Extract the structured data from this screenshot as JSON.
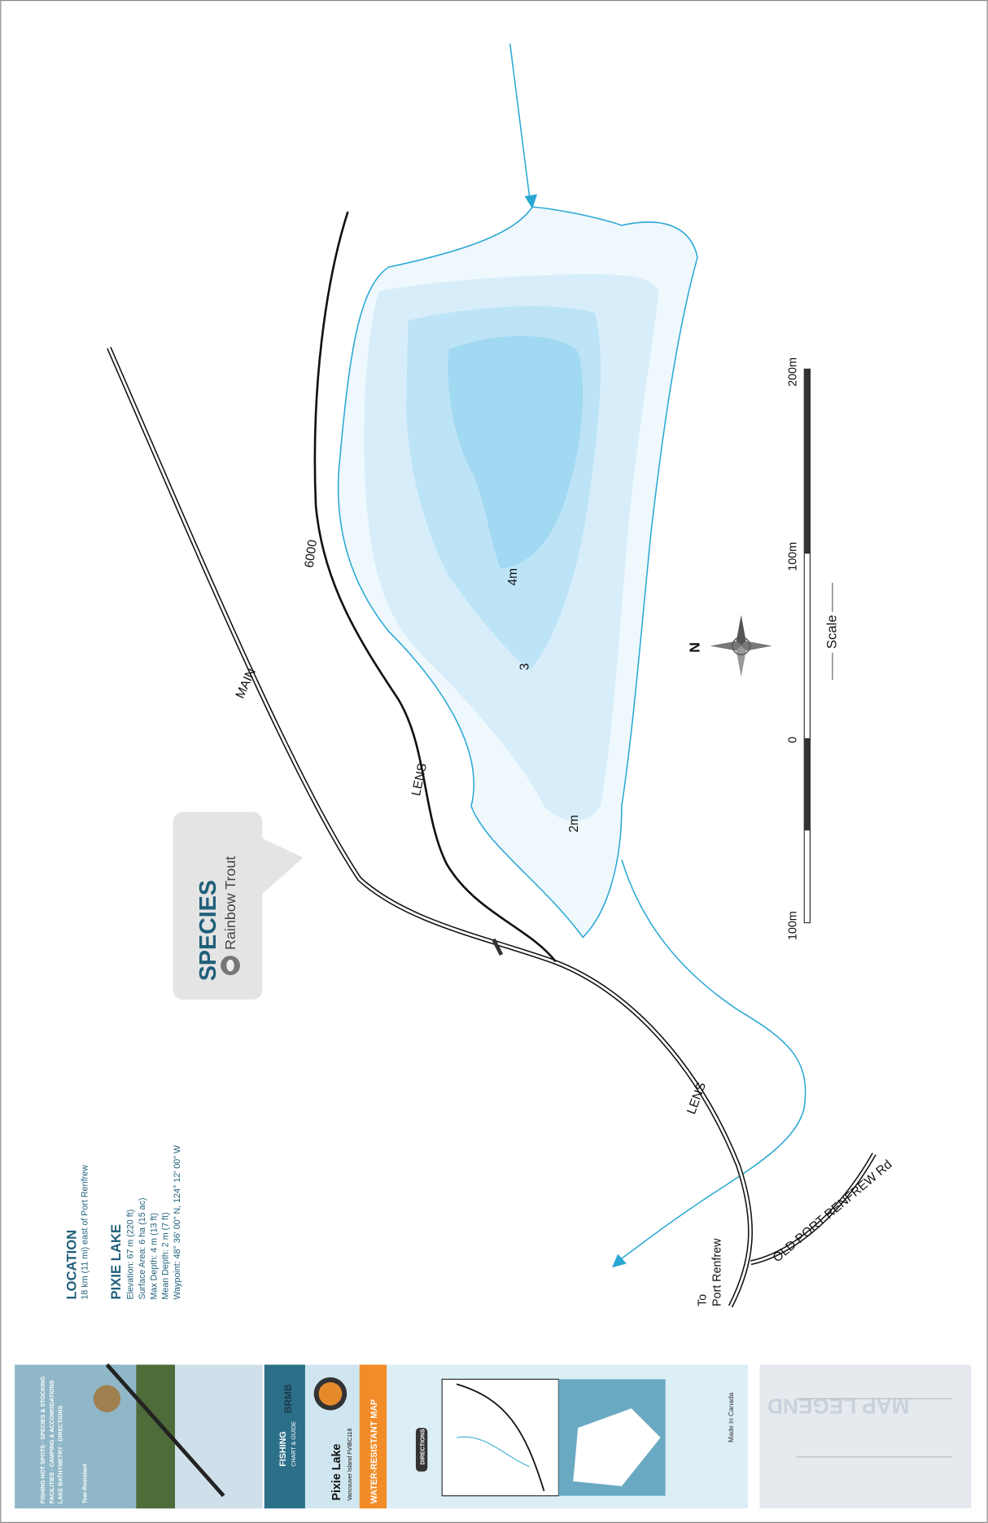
{
  "info": {
    "location_title": "LOCATION",
    "location_text": "18 km (11 mi) east of Port Renfrew",
    "lake_title": "PIXIE LAKE",
    "facts": [
      "Elevation: 67 m (220 ft)",
      "Surface Area: 6 ha (15 ac)",
      "Max Depth: 4 m (13 ft)",
      "Mean Depth: 2 m (7 ft)",
      "Waypoint: 48° 36' 00\" N, 124° 12' 00\" W"
    ]
  },
  "species": {
    "title": "SPECIES",
    "items": [
      "Rainbow Trout"
    ],
    "icon": "fish-icon"
  },
  "roads": {
    "main": "MAIN",
    "r6000": "6000",
    "lens1": "LENS",
    "lens2": "LENS",
    "old_port": "OLD PORT RENFREW Rd",
    "to1": "To",
    "to2": "Port Renfrew"
  },
  "depths": {
    "d4": "4m",
    "d3": "3",
    "d2": "2m"
  },
  "compass": {
    "north": "N"
  },
  "scale": {
    "title": "Scale",
    "labels": [
      "200m",
      "100m",
      "0",
      "100m"
    ]
  },
  "strip": {
    "tagline": [
      "FISHING HOT SPOTS · SPECIES & STOCKING",
      "FACILITIES · CAMPING & ACCOMODATIONS",
      "LAKE BATHYMETRY · DIRECTIONS"
    ],
    "tear": "Tear-Resistant",
    "brand": "BRMB",
    "product": "FISHING",
    "product_sub": "CHART & GUIDE",
    "lake": "Pixie Lake",
    "region": "Vancouver Island FVIBC118",
    "water": "WATER-RESISTANT MAP",
    "directions": "DIRECTIONS",
    "made": "Made in Canada",
    "legend": "MAP LEGEND"
  },
  "colors": {
    "water_outline": "#2aa8d4",
    "zone2": "#e3f3fb",
    "zone3": "#c6e7f7",
    "zone4": "#a3d9f3",
    "text_blue": "#1f5f7a",
    "orange": "#f28c28"
  }
}
